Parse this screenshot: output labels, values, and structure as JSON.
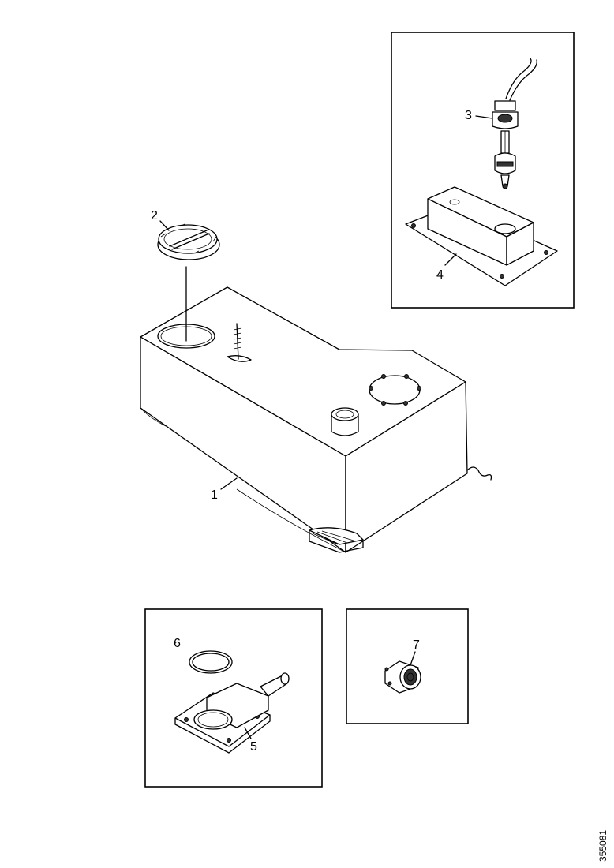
{
  "callouts": {
    "c1": "1",
    "c2": "2",
    "c3": "3",
    "c4": "4",
    "c5": "5",
    "c6": "6",
    "c7": "7"
  },
  "doc_id": "355081"
}
